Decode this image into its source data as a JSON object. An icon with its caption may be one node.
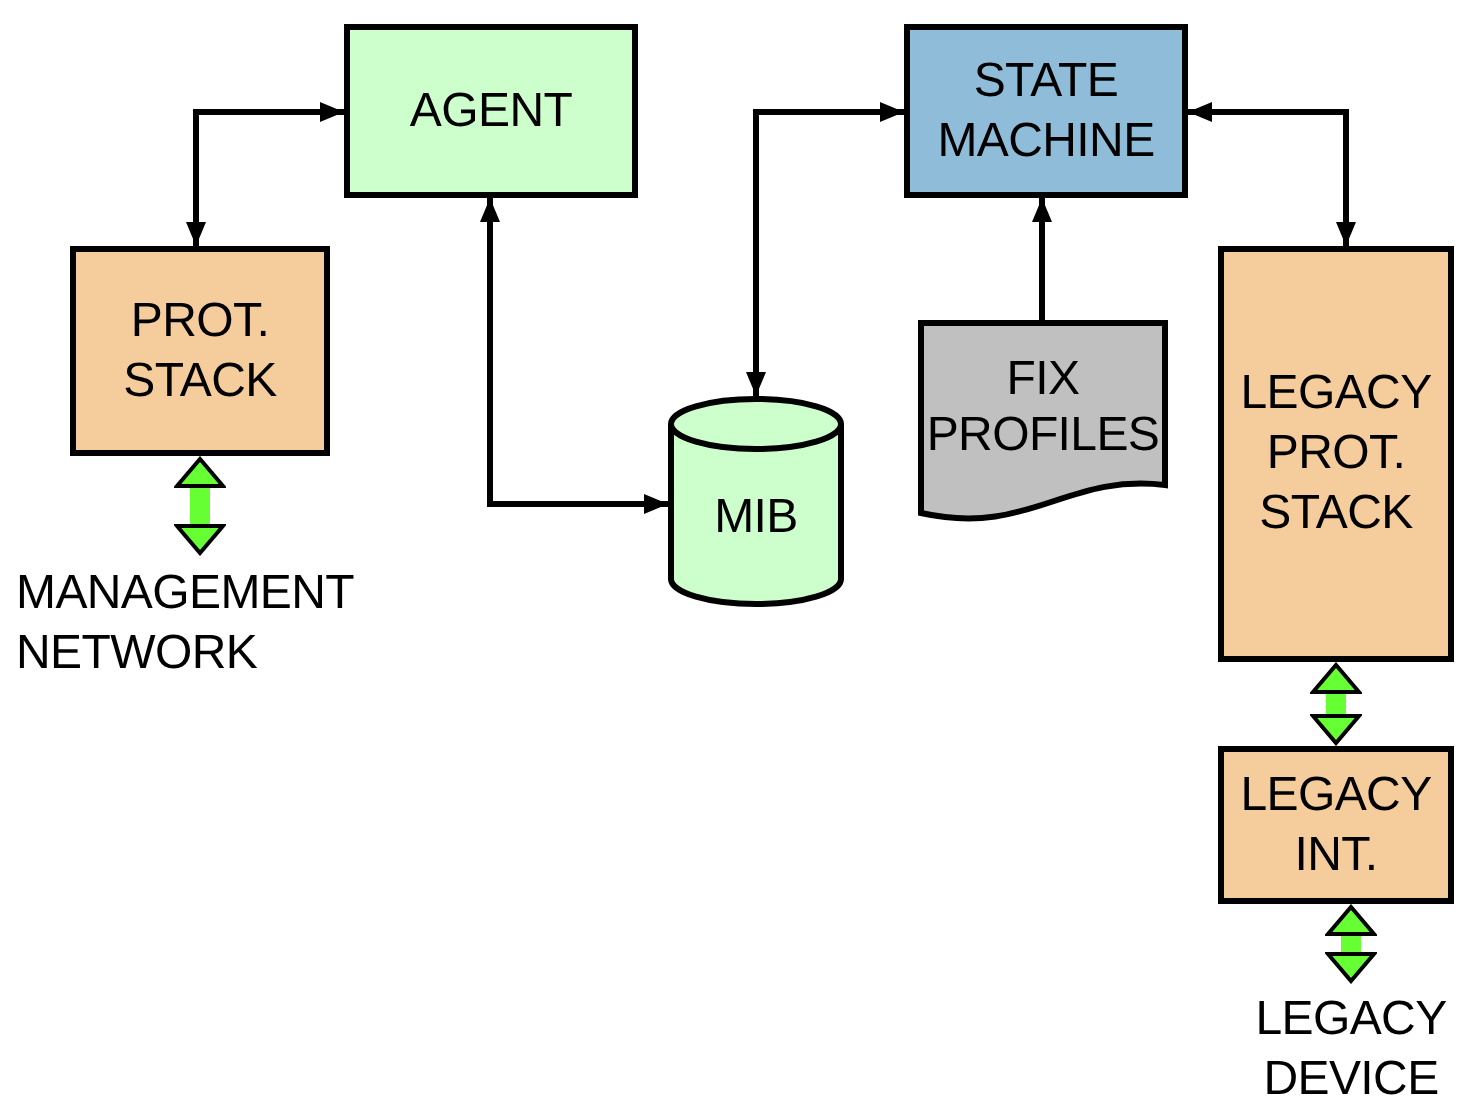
{
  "diagram": {
    "nodes": [
      {
        "text": [
          "AGENT"
        ]
      },
      {
        "text": [
          "STATE MACHINE"
        ]
      },
      {
        "text": [
          "PROT. STACK"
        ]
      },
      {
        "text": [
          "FIX PROFILES"
        ]
      },
      {
        "text": [
          "MIB"
        ]
      },
      {
        "text": [
          "LEGACY PROT. STACK"
        ]
      },
      {
        "text": [
          "MANAGEMENT NETWORK"
        ]
      },
      {
        "text": [
          "LEGACY INT."
        ]
      },
      {
        "text": [
          "LEGACY DEVICE"
        ]
      }
    ],
    "edges": [
      {
        "from": 2,
        "to": 0,
        "arrow": "both"
      },
      {
        "from": 0,
        "to": 4,
        "arrow": "both"
      },
      {
        "from": 4,
        "to": 1,
        "arrow": "both"
      },
      {
        "from": 3,
        "to": 1,
        "arrow": "to"
      },
      {
        "from": 1,
        "to": 5,
        "arrow": "both"
      },
      {
        "from": 2,
        "to": 6,
        "arrow": "both",
        "style": "thick",
        "color": "#66ff33"
      },
      {
        "from": 5,
        "to": 7,
        "arrow": "both",
        "style": "thick",
        "color": "#66ff33"
      },
      {
        "from": 7,
        "to": 8,
        "arrow": "both",
        "style": "thick",
        "color": "#66ff33"
      }
    ]
  }
}
